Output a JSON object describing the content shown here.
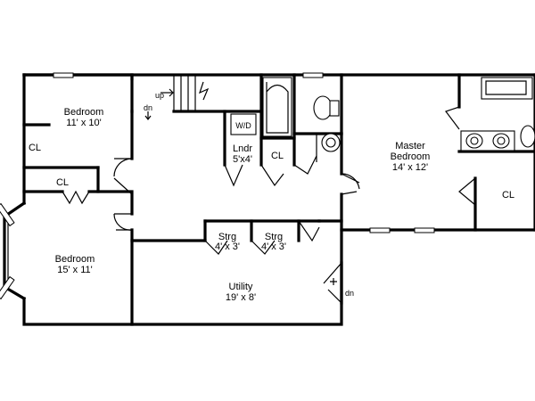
{
  "rooms": {
    "bedroom_top": {
      "name": "Bedroom",
      "size": "11' x 10'"
    },
    "bedroom_left": {
      "name": "Bedroom",
      "size": "15' x 11'"
    },
    "master": {
      "name_line1": "Master",
      "name_line2": "Bedroom",
      "size": "14' x 12'"
    },
    "laundry": {
      "name": "Lndr",
      "size": "5'x4'",
      "appliance": "W/D"
    },
    "storage_a": {
      "name": "Strg",
      "size": "4' x 3'"
    },
    "storage_b": {
      "name": "Strg",
      "size": "4' x 3'"
    },
    "utility": {
      "name": "Utility",
      "size": "19' x 8'"
    }
  },
  "closets": {
    "cl_top": "CL",
    "cl_mid": "CL",
    "cl_laundry": "CL",
    "cl_master": "CL"
  },
  "stairs": {
    "up": "up",
    "dn_top": "dn",
    "dn_right": "dn"
  }
}
